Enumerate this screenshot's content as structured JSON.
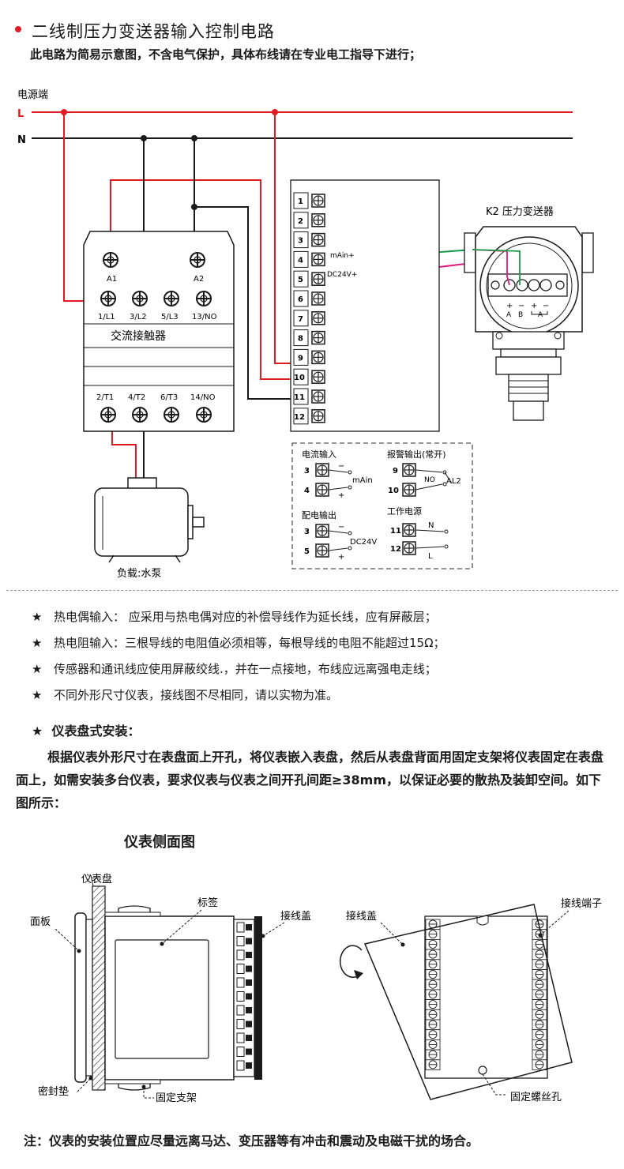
{
  "header": {
    "title": "二线制压力变送器输入控制电路",
    "subtitle": "此电路为简易示意图，不含电气保护，具体布线请在专业电工指导下进行；"
  },
  "power": {
    "label": "电源端",
    "l": "L",
    "n": "N"
  },
  "contactor": {
    "name": "交流接触器",
    "coil": [
      "A1",
      "A2"
    ],
    "top_terminals": [
      "1/L1",
      "3/L2",
      "5/L3",
      "13/NO"
    ],
    "bottom_terminals": [
      "2/T1",
      "4/T2",
      "6/T3",
      "14/NO"
    ]
  },
  "load": {
    "label": "负载:水泵"
  },
  "meter": {
    "terminals": [
      "1",
      "2",
      "3",
      "4",
      "5",
      "6",
      "7",
      "8",
      "9",
      "10",
      "11",
      "12"
    ],
    "mAin_label": "mAin+",
    "dc_label": "DC24V+"
  },
  "transmitter": {
    "title": "K2 压力变送器",
    "pin_signs": [
      "+",
      "−",
      "+",
      "−"
    ],
    "pin_labels": [
      "A",
      "B",
      "A"
    ]
  },
  "legend": {
    "current_input": {
      "title": "电流输入",
      "t1": "3",
      "t2": "4",
      "label": "mAin"
    },
    "alarm_output": {
      "title": "报警输出(常开)",
      "t1": "9",
      "t2": "10",
      "no": "NO",
      "al": "AL2"
    },
    "power_out": {
      "title": "配电输出",
      "t1": "3",
      "t2": "5",
      "label": "DC24V"
    },
    "work_power": {
      "title": "工作电源",
      "t1": "11",
      "t2": "12",
      "n": "N",
      "l": "L"
    },
    "plus": "+",
    "minus": "−"
  },
  "notes": [
    {
      "star": "★",
      "text": "热电偶输入：  应采用与热电偶对应的补偿导线作为延长线，应有屏蔽层；"
    },
    {
      "star": "★",
      "text": "热电阻输入：三根导线的电阻值必须相等，每根导线的电阻不能超过15Ω；"
    },
    {
      "star": "★",
      "text": "传感器和通讯线应使用屏蔽绞线.，并在一点接地，布线应远离强电走线；"
    },
    {
      "star": "★",
      "text": "不同外形尺寸仪表，接线图不尽相同，请以实物为准。"
    }
  ],
  "install": {
    "star": "★",
    "title": "仪表盘式安装：",
    "para1": "根据仪表外形尺寸在表盘面上开孔，将仪表嵌入表盘，然后从表盘背面用固定支架将仪表固定在表盘面上，如需安装多台仪表，要求仪表与仪表之间开孔间距≥38mm，以保证必要的散热及装卸空间。如下图所示："
  },
  "side_view": {
    "title": "仪表侧面图",
    "panel": "仪表盘",
    "face": "面板",
    "label": "标签",
    "cover": "接线盖",
    "gasket": "密封垫",
    "bracket": "固定支架"
  },
  "rear_view": {
    "cover": "接线盖",
    "terminals": "接线端子",
    "screw_hole": "固定螺丝孔"
  },
  "footer": {
    "note": "注：仪表的安装位置应尽量远离马达、变压器等有冲击和震动及电磁干扰的场合。"
  },
  "colors": {
    "red": "#e21b23",
    "green": "#1a9b4a",
    "magenta": "#e0187e",
    "black": "#1a1a1a"
  }
}
